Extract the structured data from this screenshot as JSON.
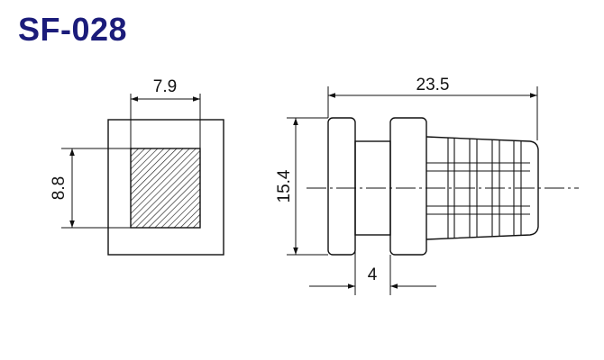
{
  "title": "SF-028",
  "front_view": {
    "width_label": "7.9",
    "height_label": "8.8"
  },
  "side_view": {
    "length_label": "23.5",
    "height_label": "15.4",
    "gap_label": "4"
  }
}
